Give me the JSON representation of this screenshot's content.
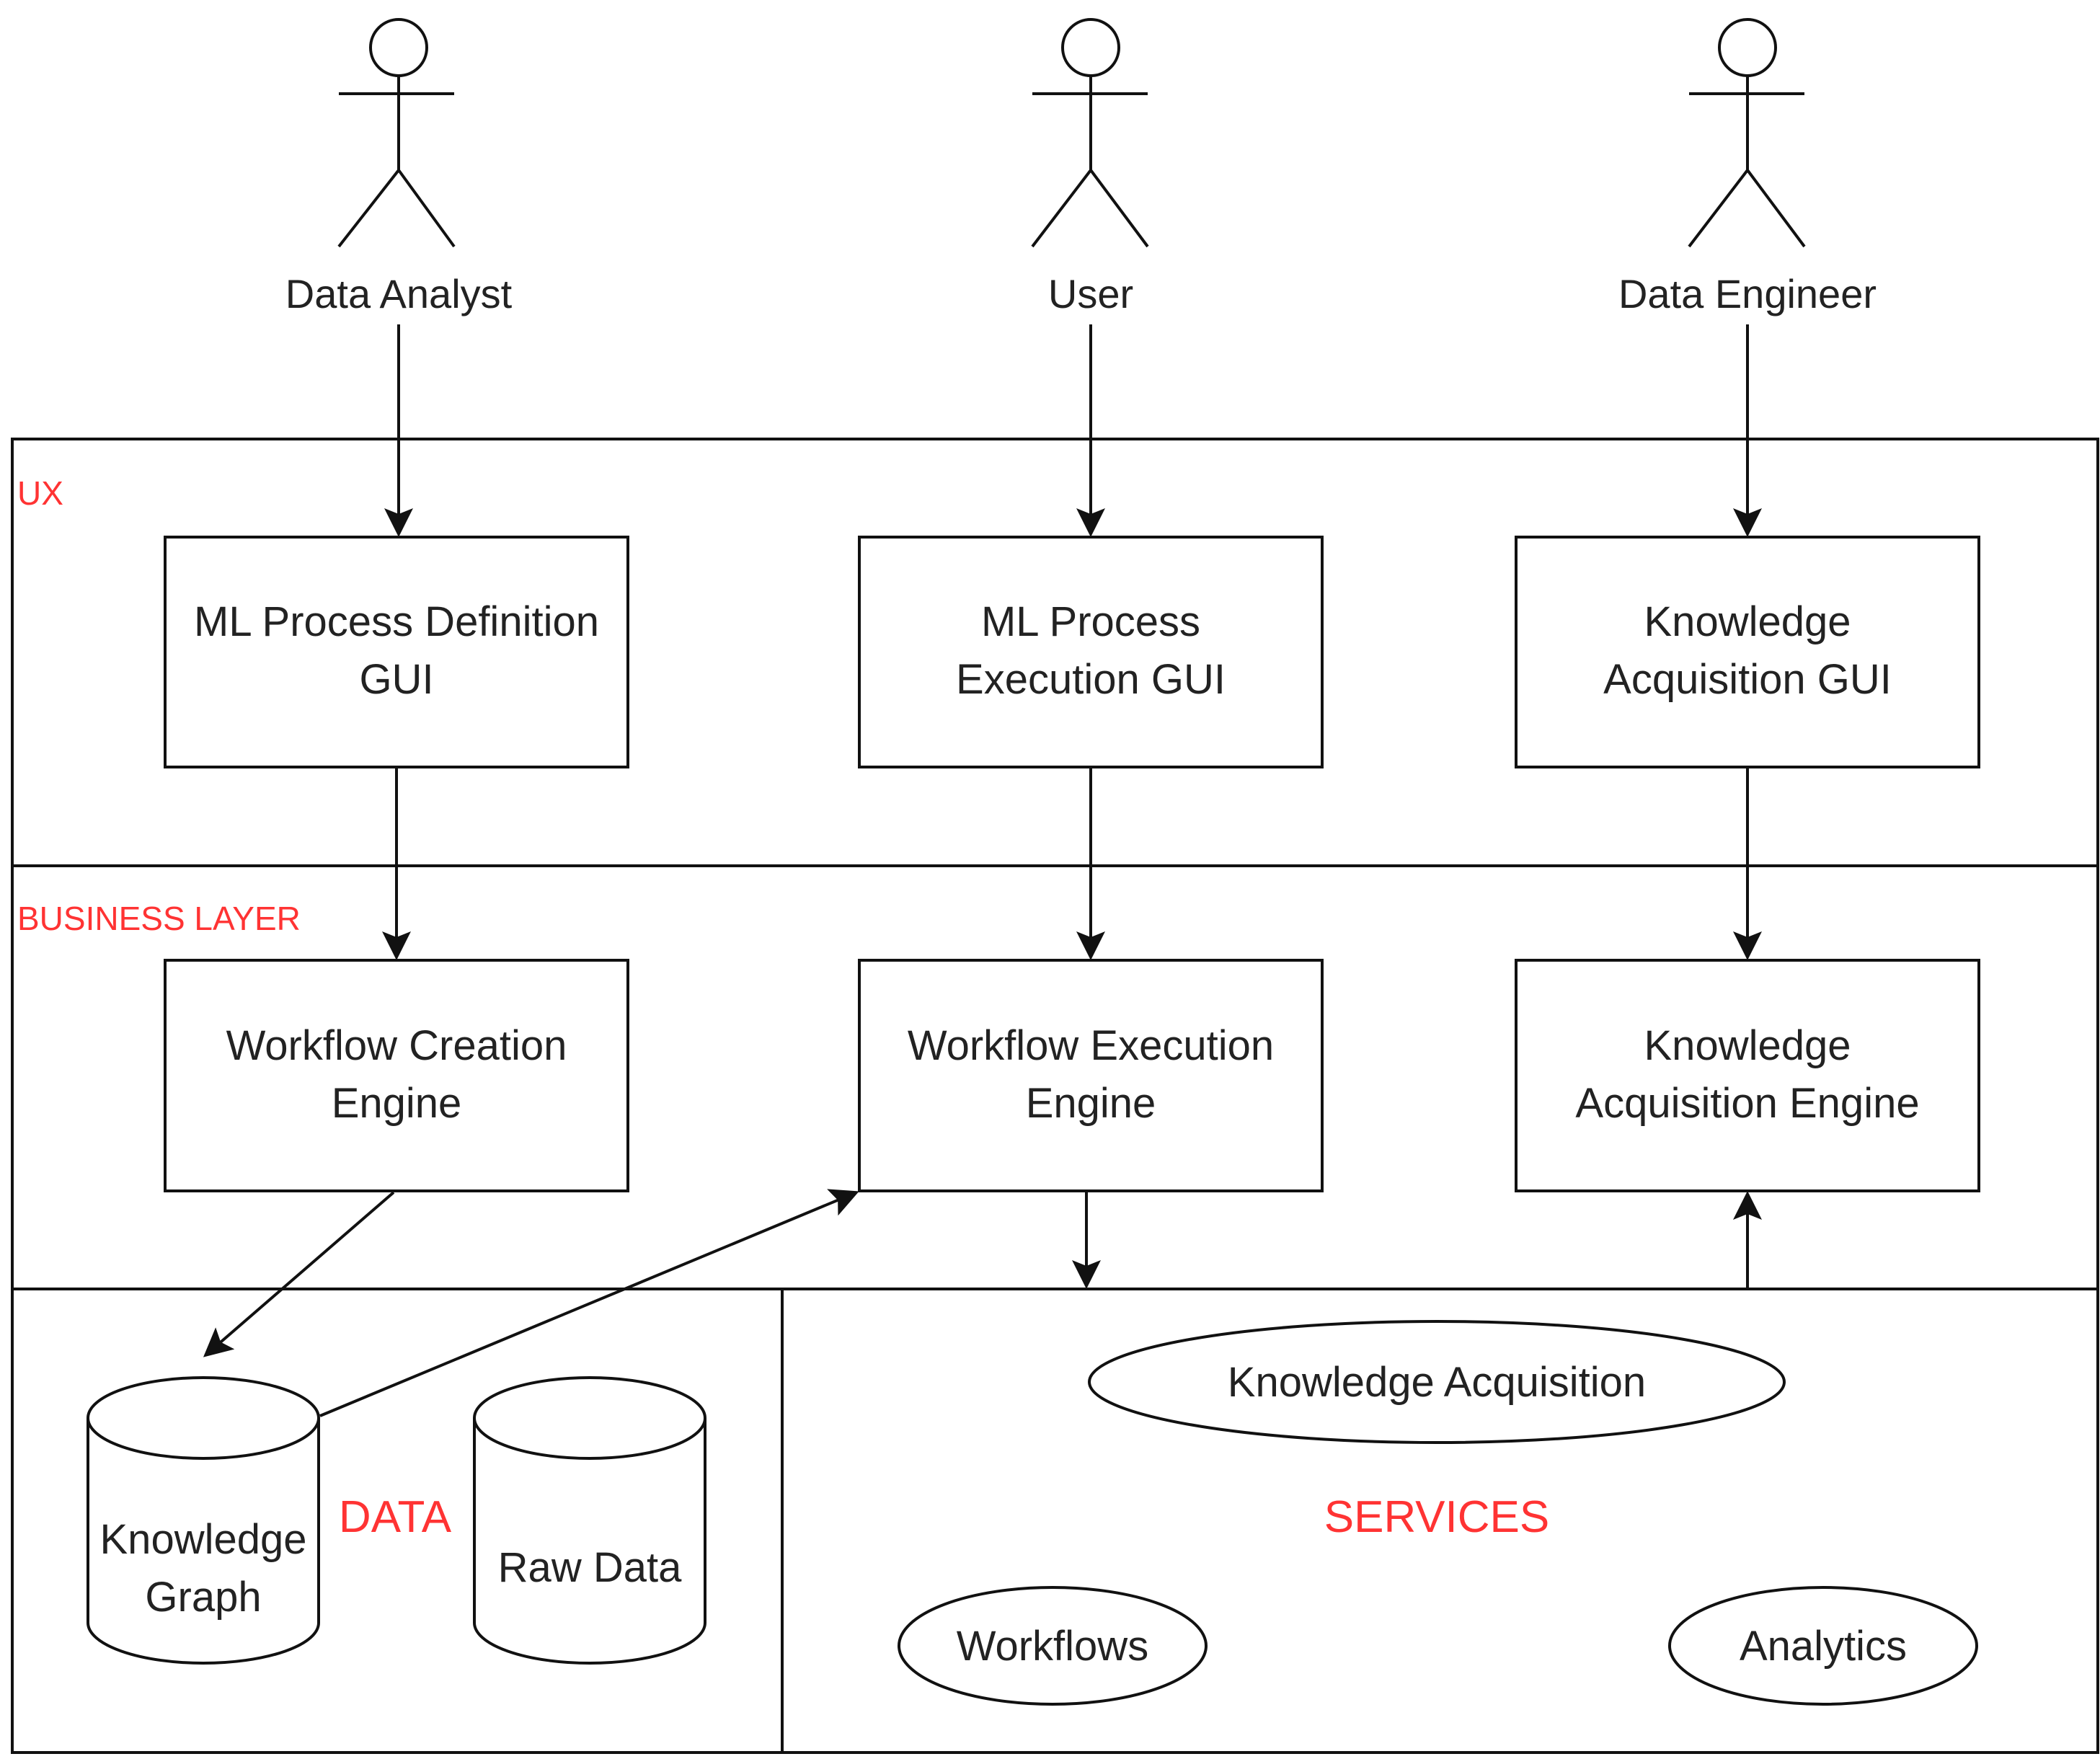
{
  "actors": {
    "data_analyst": "Data Analyst",
    "user": "User",
    "data_engineer": "Data Engineer"
  },
  "layers": {
    "ux": "UX",
    "business": "BUSINESS LAYER",
    "data": "DATA",
    "services": "SERVICES"
  },
  "ux_boxes": {
    "ml_process_definition": [
      "ML Process Definition",
      "GUI"
    ],
    "ml_process_execution": [
      "ML Process",
      "Execution GUI"
    ],
    "knowledge_acquisition_gui": [
      "Knowledge",
      "Acquisition GUI"
    ]
  },
  "business_boxes": {
    "workflow_creation": [
      "Workflow Creation",
      "Engine"
    ],
    "workflow_execution": [
      "Workflow Execution",
      "Engine"
    ],
    "knowledge_acquisition_engine": [
      "Knowledge",
      "Acquisition Engine"
    ]
  },
  "data_stores": {
    "knowledge_graph": [
      "Knowledge",
      "Graph"
    ],
    "raw_data": "Raw Data"
  },
  "services": {
    "knowledge_acquisition": "Knowledge Acquisition",
    "workflows": "Workflows",
    "analytics": "Analytics"
  },
  "colors": {
    "layer_label": "#ff3333",
    "line": "#111111"
  }
}
